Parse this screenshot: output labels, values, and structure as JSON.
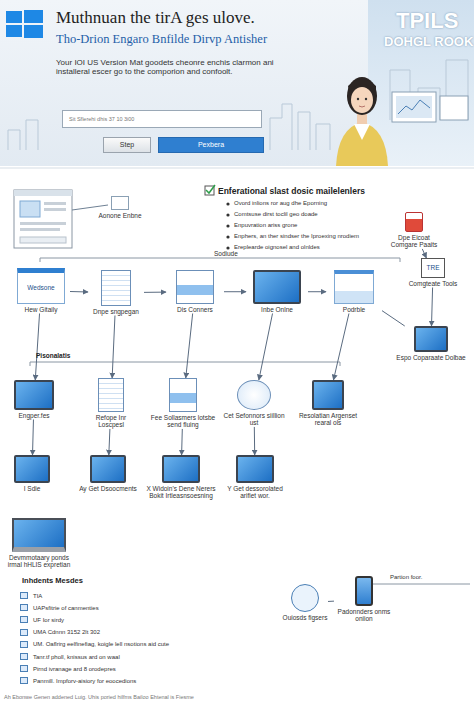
{
  "diagram": {
    "title": "Muthnuan the tirA ges ulove.",
    "nodes": [
      {
        "text": [
          "Sit Sflerehi dhis 37 10 3i00"
        ]
      },
      {
        "text": [
          "Step"
        ]
      },
      {
        "text": [
          "Pexbera"
        ]
      },
      {
        "text": [
          "Aonone Enbne"
        ]
      },
      {
        "text": [
          "Wedsone",
          "Hew Gitaily"
        ]
      },
      {
        "text": [
          "Dnpe sngpegan"
        ]
      },
      {
        "text": [
          "Dis Conners"
        ]
      },
      {
        "text": [
          "Inbe Onlne"
        ]
      },
      {
        "text": [
          "Podrble"
        ]
      },
      {
        "text": [
          "Dpe Eicoat Comgare Paaits"
        ]
      },
      {
        "text": [
          "TRE",
          "Comgteate Tools"
        ]
      },
      {
        "text": [
          "Espo Coparaate Dolbae"
        ]
      },
      {
        "text": [
          "Engper.fes"
        ]
      },
      {
        "text": [
          "Refope Inr Loscpesl"
        ]
      },
      {
        "text": [
          "Fee Sollasmers lotsbe send fluing"
        ]
      },
      {
        "text": [
          "Cet Sefonnors siillion ust"
        ]
      },
      {
        "text": [
          "Resolatian Argenset rearal ols"
        ]
      },
      {
        "text": [
          "I Sdie"
        ]
      },
      {
        "text": [
          "Ay Get Dsoocments"
        ]
      },
      {
        "text": [
          "X Widoin's Dene Nerers Bokit Irtleasnsoesning"
        ]
      },
      {
        "text": [
          "Y Get dessorolated arifiet wor."
        ]
      },
      {
        "text": [
          "Devmmotaary ponds irmal hHLIS expretian"
        ]
      },
      {
        "text": [
          "Ouiosds figsers"
        ]
      },
      {
        "text": [
          "Padonnders onms oniion"
        ]
      }
    ],
    "edges": [
      {
        "from": 4,
        "to": 5,
        "arrow": "to"
      },
      {
        "from": 5,
        "to": 6,
        "arrow": "to"
      },
      {
        "from": 6,
        "to": 7,
        "arrow": "to"
      },
      {
        "from": 7,
        "to": 8,
        "arrow": "to"
      },
      {
        "from": 9,
        "to": 10,
        "arrow": "to"
      },
      {
        "from": 10,
        "to": 11,
        "arrow": "to"
      },
      {
        "from": 8,
        "to": 11,
        "arrow": "none"
      },
      {
        "from": 4,
        "to": 12,
        "arrow": "to"
      },
      {
        "from": 5,
        "to": 13,
        "arrow": "to"
      },
      {
        "from": 6,
        "to": 14,
        "arrow": "to"
      },
      {
        "from": 7,
        "to": 15,
        "arrow": "to"
      },
      {
        "from": 8,
        "to": 16,
        "arrow": "to"
      },
      {
        "from": 12,
        "to": 17,
        "arrow": "to"
      },
      {
        "from": 13,
        "to": 18,
        "arrow": "to"
      },
      {
        "from": 14,
        "to": 19,
        "arrow": "to"
      },
      {
        "from": 15,
        "to": 20,
        "arrow": "to"
      },
      {
        "from": 22,
        "to": 23,
        "arrow": "none"
      }
    ],
    "labels": [
      "Tho-Drion Engaro Bnfilde Dirvp Antisher",
      "Your IOI US Version Mat goodets cheonre enchis clarmon ani installeral escer go to the comporion and confoolt.",
      "TPILS",
      "DOHGL ROOK",
      "Enferational slast dosic mailelenlers",
      "Ovord inlions ror aug dhe Eporning",
      "Comtsuse dirst toclil geo doade",
      "Enpuvration ariss grone",
      "Enphers, an ther sindser the Iproexing nrodiem",
      "Ereplearde oignosel and olnldes",
      "Sodiude",
      "Pisonalatis",
      "Inhdents Mesdes",
      "Partion foor.",
      "Ah Ebonwe Genen addened Luig. Uhis poried hilfms Bailoo Ehtenal is Fiesme"
    ],
    "legend": [
      {
        "text": "TIA"
      },
      {
        "text": "UAPsfitrie of canmenties"
      },
      {
        "text": "UF Ior sirdy"
      },
      {
        "text": "UMA Cdnnn 3152 2lt 302"
      },
      {
        "text": "UM. Oaflrirg eelfinefiag, koigle lell nsotions aid cute"
      },
      {
        "text": "Tanr.tf pholl, knissus ard on waal"
      },
      {
        "text": "Pirnd ivranage ard 8 orodepres"
      },
      {
        "text": "Panmill. Impforv-aisiory for eoocedions"
      }
    ]
  }
}
